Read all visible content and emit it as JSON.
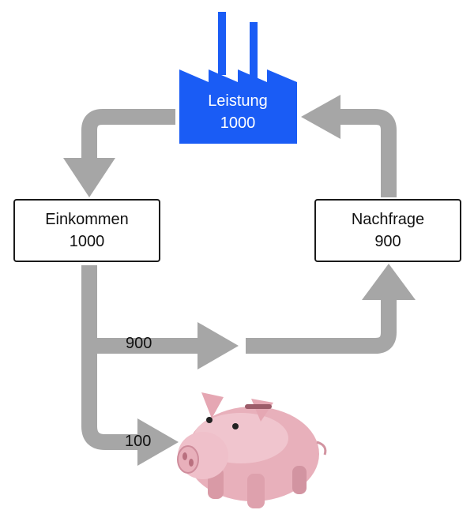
{
  "colors": {
    "arrow": "#a6a6a6",
    "factory": "#1a5cf5",
    "box_border": "#1a1a1a",
    "pig": "#e8b0bb"
  },
  "icons": [
    "factory-icon",
    "piggy-bank-icon"
  ],
  "factory": {
    "label": "Leistung",
    "value": "1000"
  },
  "income": {
    "label": "Einkommen",
    "value": "1000"
  },
  "demand": {
    "label": "Nachfrage",
    "value": "900"
  },
  "flows": {
    "consumption": "900",
    "savings": "100"
  }
}
